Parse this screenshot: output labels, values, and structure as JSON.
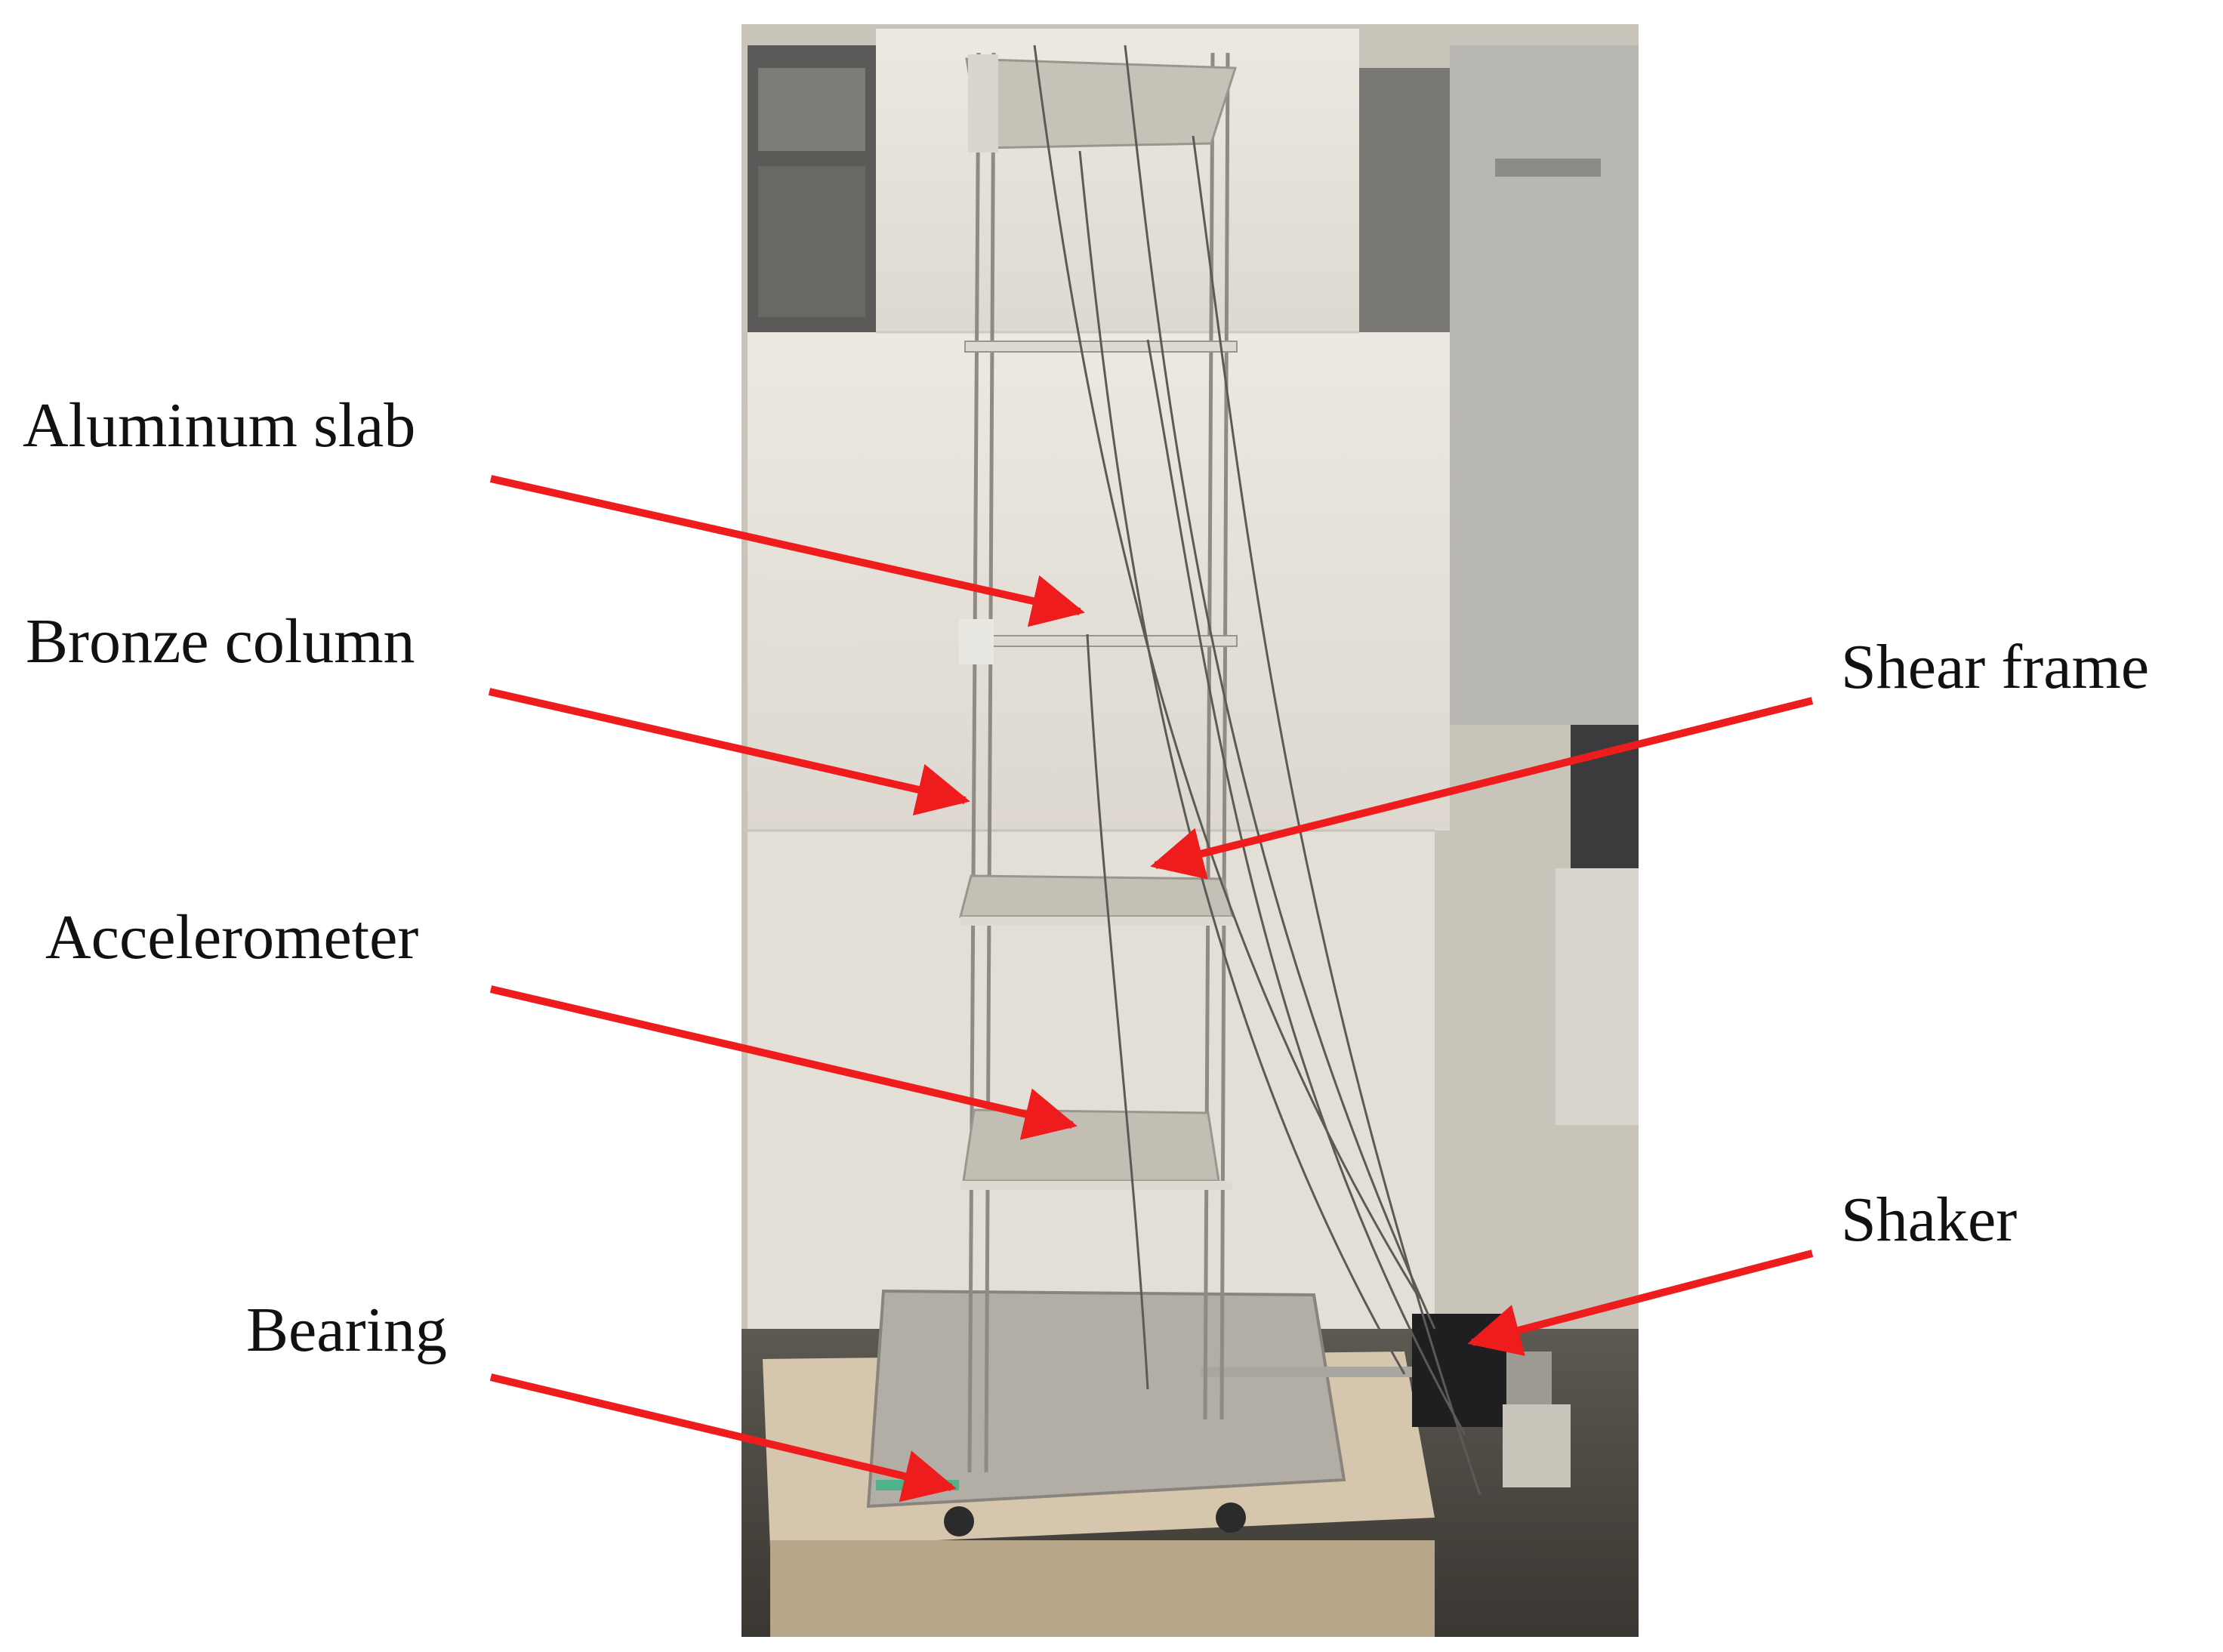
{
  "figure": {
    "labels": {
      "aluminum_slab": "Aluminum slab",
      "bronze_column": "Bronze column",
      "accelerometer": "Accelerometer",
      "bearing": "Bearing",
      "shear_frame": "Shear frame",
      "shaker": "Shaker"
    },
    "arrow_color": "#ee1c1c",
    "photo": {
      "subject": "five-story shear frame test structure on shaking table",
      "dominant_colors": [
        "#e6e2da",
        "#d6d0c4",
        "#6f6a64",
        "#bcb6ab",
        "#2a2a2a"
      ]
    }
  }
}
